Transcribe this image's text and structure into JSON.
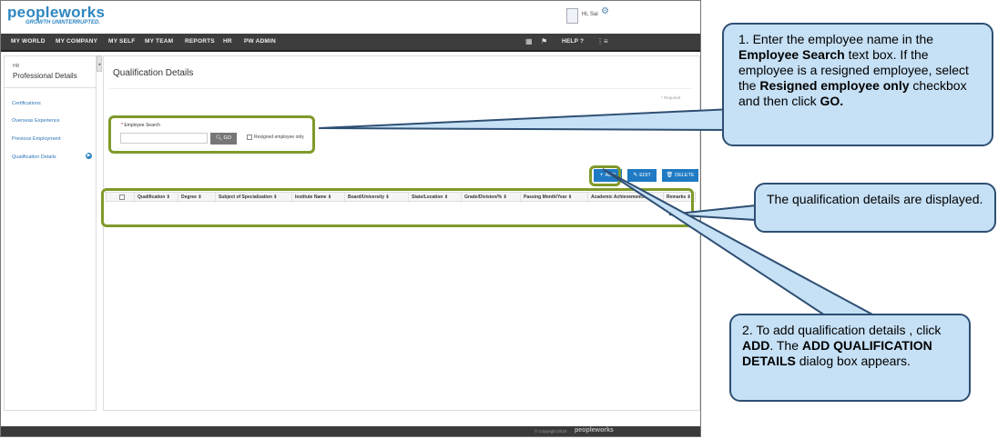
{
  "header": {
    "logo_text": "peopleworks",
    "logo_tagline": "GROWTH UNINTERRUPTED.",
    "user_greeting": "Hi, Sai"
  },
  "nav": {
    "items": [
      "MY WORLD",
      "MY COMPANY",
      "MY SELF",
      "MY TEAM",
      "REPORTS",
      "HR",
      "PW ADMIN"
    ],
    "help_label": "HELP"
  },
  "sidebar": {
    "breadcrumb": "HR",
    "title": "Professional Details",
    "items": [
      {
        "label": "Certifications"
      },
      {
        "label": "Overseas Experience"
      },
      {
        "label": "Previous Employment"
      },
      {
        "label": "Qualification Details"
      }
    ]
  },
  "main": {
    "title": "Qualification Details",
    "required_note": "* Required",
    "search": {
      "label": "Employee Search",
      "value": "",
      "go_label": "GO",
      "resigned_label": "Resigned employee only",
      "resigned_checked": false
    },
    "actions": {
      "add": "ADD",
      "edit": "EDIT",
      "delete": "DELETE"
    },
    "columns": [
      "Qualification",
      "Degree",
      "Subject of Specialization",
      "Institute Name",
      "Board/University",
      "State/Location",
      "Grade/Division/%",
      "Passing Month/Year",
      "Academic Achievements",
      "Remarks"
    ]
  },
  "footer": {
    "copyright": "© Copyright 2016",
    "logo": "peopleworks"
  },
  "callouts": {
    "search": {
      "num": "1.",
      "p1": " Enter the employee name in the ",
      "b1": "Employee Search",
      "p2": "  text box. If the employee is a resigned employee, select  the ",
      "b2": "Resigned employee only",
      "p3": " checkbox and then  click ",
      "b3": "GO."
    },
    "grid": {
      "text": "The qualification details are displayed."
    },
    "add": {
      "num": "2.",
      "p1": "  To add qualification details , click ",
      "b1": "ADD",
      "p2": ". The ",
      "b2": "ADD QUALIFICATION DETAILS",
      "p3": " dialog box appears."
    }
  },
  "colors": {
    "accent": "#1f7ac3",
    "highlight": "#7f9a2a",
    "callout_fill": "#c6e0f5",
    "callout_border": "#2e4f73",
    "navbar": "#3d3d3d"
  }
}
